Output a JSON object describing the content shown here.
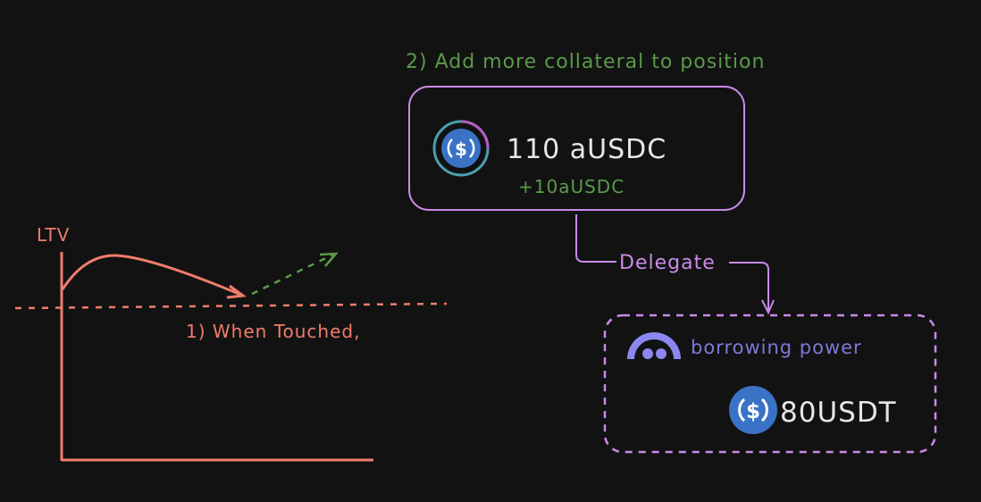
{
  "step2": {
    "title": "2) Add more collateral to position",
    "amount": "110 aUSDC",
    "delta": "+10aUSDC",
    "coin_icon": "ausdc-coin-icon"
  },
  "delegate": {
    "label": "Delegate"
  },
  "borrow_box": {
    "label": "borrowing power",
    "amount": "80USDT",
    "logo_icon": "borrow-protocol-logo-icon",
    "coin_icon": "usdc-coin-icon"
  },
  "ltv_chart": {
    "ylabel": "LTV",
    "annotation": "1) When Touched,"
  },
  "colors": {
    "background": "#121212",
    "green": "#5a9a4a",
    "purple": "#c98ae8",
    "salmon": "#f07c6c",
    "indigo": "#7f79d8",
    "coin_blue": "#3a73c6",
    "white": "#e6e6e6"
  }
}
